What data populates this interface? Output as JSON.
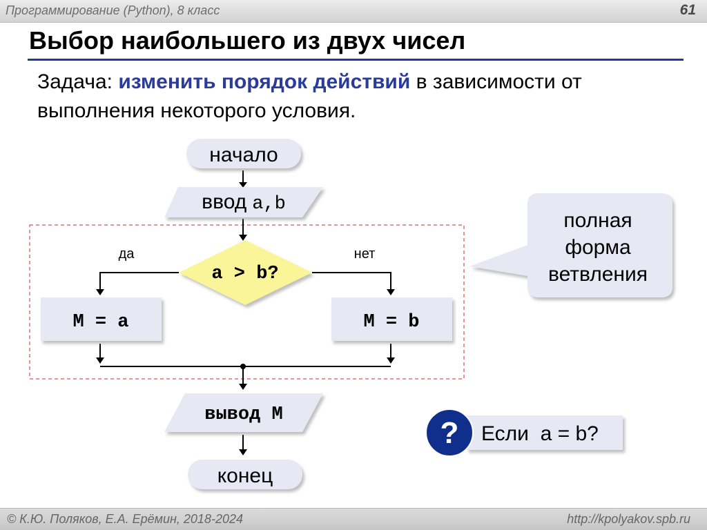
{
  "header": {
    "course": "Программирование (Python), 8 класс",
    "page_number": "61"
  },
  "title": "Выбор наибольшего из двух чисел",
  "task": {
    "prefix": "Задача: ",
    "highlight": "изменить порядок действий",
    "suffix": " в зависимости от выполнения некоторого условия."
  },
  "flowchart": {
    "start": "начало",
    "input_word": "ввод",
    "input_vars": "a,b",
    "condition": "a > b?",
    "yes_label": "да",
    "no_label": "нет",
    "yes_action": "M = a",
    "no_action": "M = b",
    "output": "вывод M",
    "end": "конец"
  },
  "callout": {
    "lines": [
      "полная",
      "форма",
      "ветвления"
    ]
  },
  "question": {
    "mark": "?",
    "text": "Если  a = b?"
  },
  "footer": {
    "authors": "© К.Ю. Поляков, Е.А. Ерёмин, 2018-2024",
    "site": "http://kpolyakov.spb.ru"
  },
  "colors": {
    "title_rule": "#1f3c9a",
    "highlight": "#2a3b9c",
    "box_fill": "#e6e8f4",
    "decision_fill": "#fbf59a",
    "dashed_border": "#e07070",
    "question_circle": "#102f8c"
  }
}
